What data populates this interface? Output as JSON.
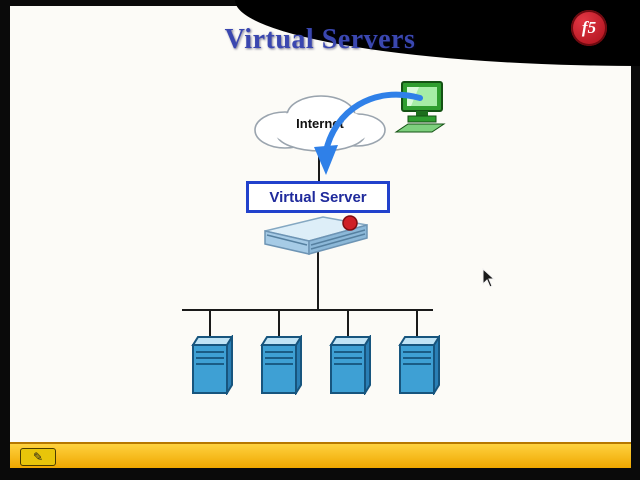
{
  "slide": {
    "title": "Virtual Servers"
  },
  "logo": {
    "text": "f5",
    "color": "#b01020"
  },
  "diagram": {
    "internet_label": "Internet",
    "virtual_server_label": "Virtual Server",
    "server_count": 4
  },
  "toolbar": {
    "pen_glyph": "✎"
  },
  "icons": {
    "cloud": "cloud-icon",
    "workstation": "workstation-icon",
    "arrow": "curved-arrow-icon",
    "appliance": "bigip-appliance-icon",
    "server": "server-tower-icon",
    "pen": "pencil-icon",
    "cursor": "mouse-cursor"
  },
  "colors": {
    "title_blue": "#3a47b0",
    "virtual_server_border": "#2141cc",
    "arrow_blue": "#2f80e8",
    "bottom_bar_yellow": "#fdb913",
    "server_blue": "#3ea0d4",
    "workstation_green": "#2f9e2f"
  }
}
